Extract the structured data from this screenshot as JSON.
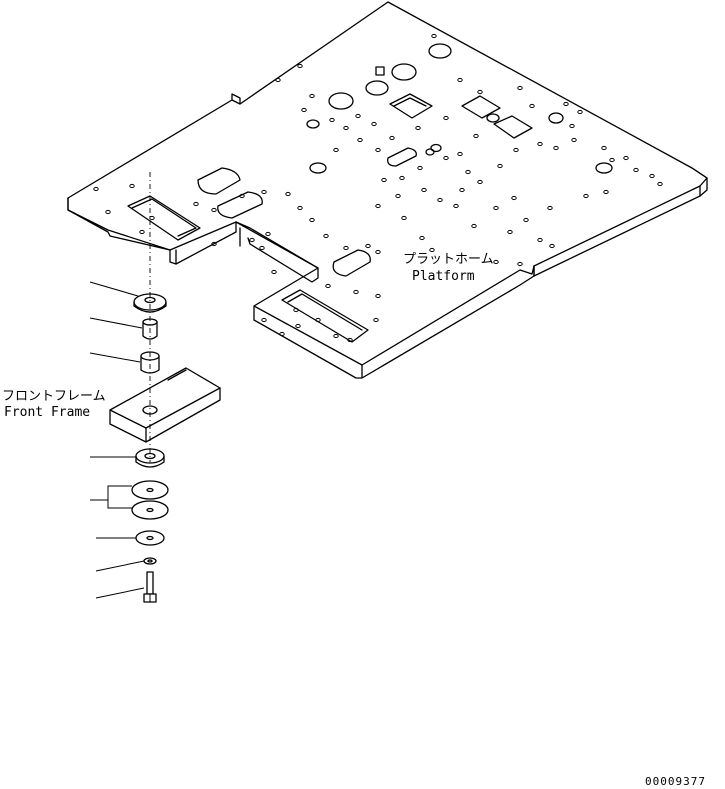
{
  "labels": {
    "platform_jp": "プラットホーム",
    "platform_en": "Platform",
    "front_frame_jp": "フロントフレーム",
    "front_frame_en": "Front Frame"
  },
  "drawing_code": "00009377"
}
